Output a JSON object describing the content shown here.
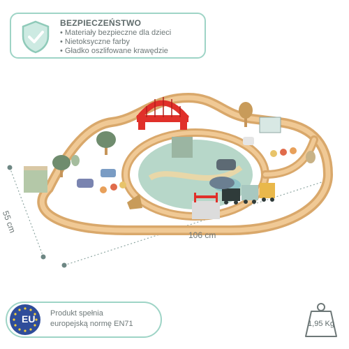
{
  "safety": {
    "title": "BEZPIECZEŃSTWO",
    "items": [
      "Materiały bezpieczne dla dzieci",
      "Nietoksyczne farby",
      "Gładko oszlifowane krawędzie"
    ],
    "icon": "shield-check-icon",
    "accent_color": "#9ed4c6"
  },
  "dimensions": {
    "width": "106 cm",
    "depth": "55 cm"
  },
  "certification": {
    "badge": "EU",
    "line1": "Produkt spełnia",
    "line2": "europejską normę EN71",
    "icon": "eu-flag-icon"
  },
  "weight": {
    "value": "1,95 Kg",
    "icon": "weight-icon"
  },
  "colors": {
    "track": "#e2b77e",
    "bridge": "#e0302a",
    "mat": "#b7d7c9"
  }
}
